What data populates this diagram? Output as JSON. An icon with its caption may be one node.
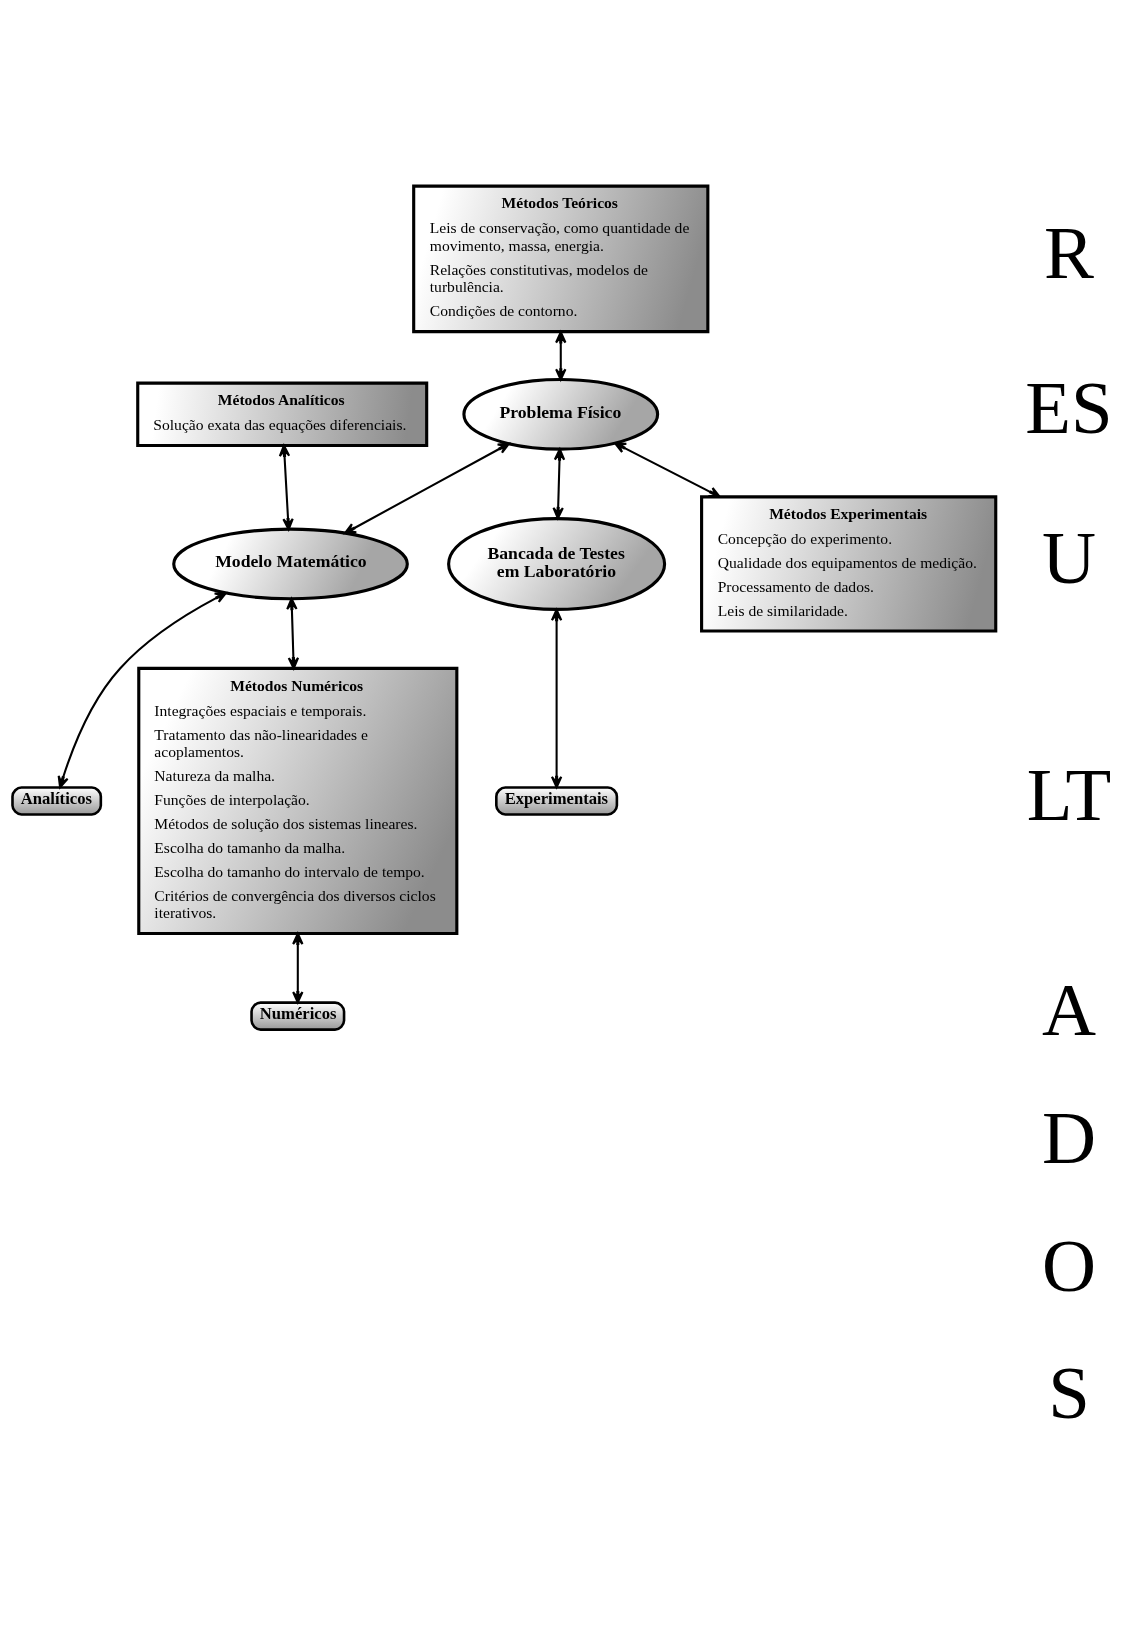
{
  "diagram": {
    "nodes": [
      {
        "text": [
          "Métodos Teóricos",
          "Leis de conservação, como quantidade de movimento, massa, energia.",
          "Relações constitutivas, modelos de turbulência.",
          "Condições de contorno."
        ]
      },
      {
        "text": [
          "Métodos Analíticos",
          "Solução exata das equações diferenciais."
        ]
      },
      {
        "text": [
          "Modelo Matemático"
        ]
      },
      {
        "text": [
          "Analíticos"
        ]
      },
      {
        "text": [
          "Métodos Numéricos",
          "Integrações espaciais e temporais.",
          "Tratamento das não-linearidades e acoplamentos.",
          "Natureza da malha.",
          "Funções de interpolação.",
          "Métodos de solução dos sistemas lineares.",
          "Escolha do tamanho da malha.",
          "Escolha do tamanho do intervalo de tempo.",
          "Critérios de convergência dos diversos ciclos iterativos."
        ]
      },
      {
        "text": [
          "Numéricos"
        ]
      },
      {
        "text": [
          "Problema Físico"
        ]
      },
      {
        "text": [
          "Bancada de Testes em Laboratório"
        ]
      },
      {
        "text": [
          "Experimentais"
        ]
      },
      {
        "text": [
          "Métodos Experimentais",
          "Concepção do experimento.",
          "Qualidade dos equipamentos de medição.",
          "Processamento de dados.",
          "Leis de similaridade."
        ]
      }
    ],
    "edges": [
      {
        "from": 0,
        "to": 6,
        "arrow": "both"
      },
      {
        "from": 6,
        "to": 2,
        "arrow": "both"
      },
      {
        "from": 1,
        "to": 2,
        "arrow": "both"
      },
      {
        "from": 2,
        "to": 3,
        "arrow": "both"
      },
      {
        "from": 2,
        "to": 4,
        "arrow": "both"
      },
      {
        "from": 4,
        "to": 5,
        "arrow": "both"
      },
      {
        "from": 6,
        "to": 7,
        "arrow": "both"
      },
      {
        "from": 6,
        "to": 9,
        "arrow": "both"
      },
      {
        "from": 7,
        "to": 8,
        "arrow": "both"
      }
    ],
    "labels": [
      "R",
      "ES",
      "U",
      "LT",
      "A",
      "D",
      "O",
      "S"
    ]
  }
}
